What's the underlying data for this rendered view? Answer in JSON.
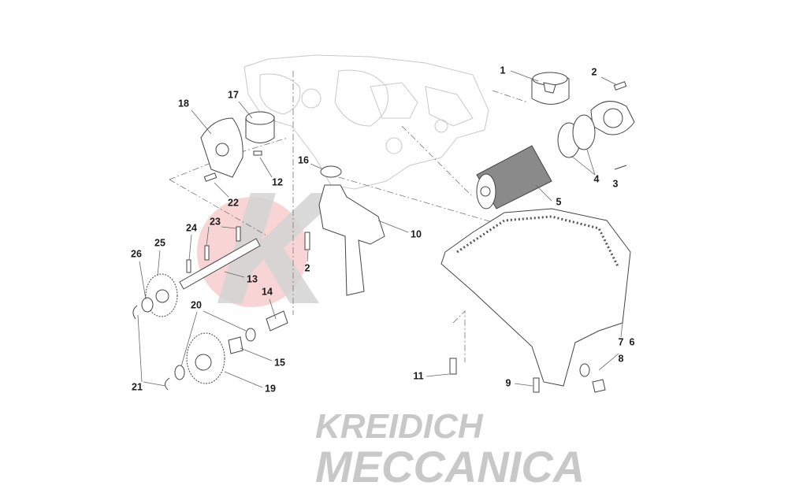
{
  "diagram": {
    "watermark": {
      "line1": "KREIDICH",
      "line2": "MECCANICA",
      "logo_letter": "K",
      "circle_color": "#f7c9c9"
    },
    "callouts": [
      {
        "id": "c1",
        "text": "1"
      },
      {
        "id": "c2a",
        "text": "2"
      },
      {
        "id": "c18",
        "text": "18"
      },
      {
        "id": "c17",
        "text": "17"
      },
      {
        "id": "c16",
        "text": "16"
      },
      {
        "id": "c12",
        "text": "12"
      },
      {
        "id": "c22",
        "text": "22"
      },
      {
        "id": "c24",
        "text": "24"
      },
      {
        "id": "c23",
        "text": "23"
      },
      {
        "id": "c25",
        "text": "25"
      },
      {
        "id": "c26",
        "text": "26"
      },
      {
        "id": "c10",
        "text": "10"
      },
      {
        "id": "c2b",
        "text": "2"
      },
      {
        "id": "c13",
        "text": "13"
      },
      {
        "id": "c14",
        "text": "14"
      },
      {
        "id": "c4",
        "text": "4"
      },
      {
        "id": "c3",
        "text": "3"
      },
      {
        "id": "c5",
        "text": "5"
      },
      {
        "id": "c20",
        "text": "20"
      },
      {
        "id": "c7",
        "text": "7"
      },
      {
        "id": "c6",
        "text": "6"
      },
      {
        "id": "c8",
        "text": "8"
      },
      {
        "id": "c15",
        "text": "15"
      },
      {
        "id": "c21",
        "text": "21"
      },
      {
        "id": "c19",
        "text": "19"
      },
      {
        "id": "c11",
        "text": "11"
      },
      {
        "id": "c9",
        "text": "9"
      }
    ]
  }
}
